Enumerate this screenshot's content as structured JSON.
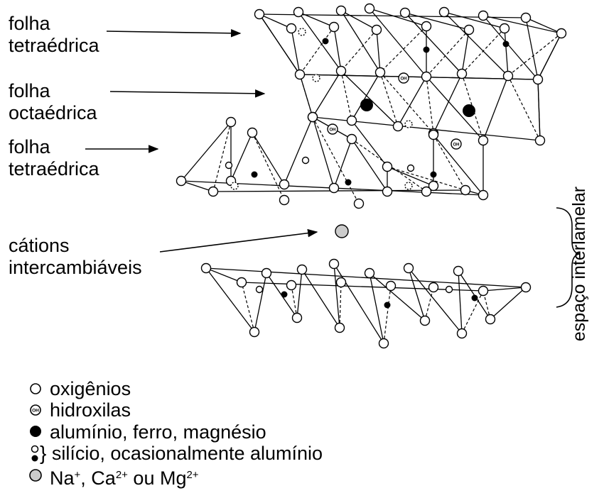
{
  "labels": {
    "tetra_top": [
      "folha",
      "tetraédrica"
    ],
    "octa": [
      "folha",
      "octaédrica"
    ],
    "tetra_bottom": [
      "folha",
      "tetraédrica"
    ],
    "cations": [
      "cátions",
      "intercambiáveis"
    ],
    "interlayer": "espaço interlamelar"
  },
  "legend": {
    "oxygen": "oxigênios",
    "hydroxyl": "hidroxilas",
    "hydroxyl_symbol": "OH",
    "metals": "alumínio, ferro, magnésio",
    "silicon": "silício, ocasionalmente alumínio",
    "cation_parts": [
      "Na",
      "+",
      ", Ca",
      "2+",
      " ou Mg",
      "2+"
    ]
  },
  "colors": {
    "line": "#000000",
    "atom_fill": "#ffffff",
    "metal_fill": "#000000",
    "cation_fill": "#cccccc"
  },
  "icons": [
    "open-circle-icon",
    "oh-circle-icon",
    "filled-circle-icon",
    "silicon-brace-icon",
    "gray-circle-icon"
  ]
}
